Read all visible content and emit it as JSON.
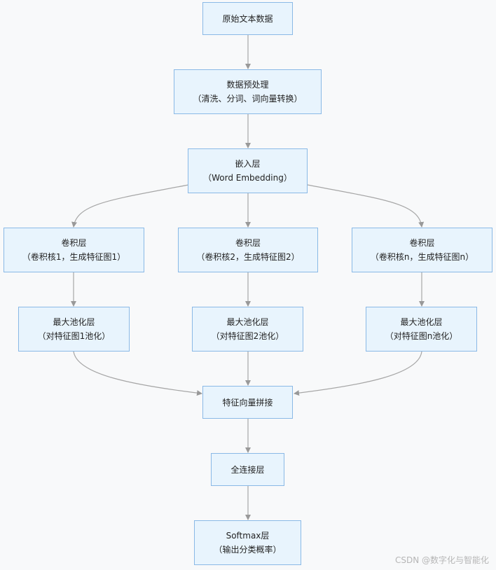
{
  "nodes": {
    "raw": {
      "l1": "原始文本数据",
      "l2": ""
    },
    "prep": {
      "l1": "数据预处理",
      "l2": "（清洗、分词、词向量转换）"
    },
    "embed": {
      "l1": "嵌入层",
      "l2": "（Word Embedding）"
    },
    "conv1": {
      "l1": "卷积层",
      "l2": "（卷积核1，生成特征图1）"
    },
    "conv2": {
      "l1": "卷积层",
      "l2": "（卷积核2，生成特征图2）"
    },
    "convn": {
      "l1": "卷积层",
      "l2": "（卷积核n，生成特征图n）"
    },
    "pool1": {
      "l1": "最大池化层",
      "l2": "（对特征图1池化）"
    },
    "pool2": {
      "l1": "最大池化层",
      "l2": "（对特征图2池化）"
    },
    "pooln": {
      "l1": "最大池化层",
      "l2": "（对特征图n池化）"
    },
    "concat": {
      "l1": "特征向量拼接",
      "l2": ""
    },
    "fc": {
      "l1": "全连接层",
      "l2": ""
    },
    "soft": {
      "l1": "Softmax层",
      "l2": "（输出分类概率）"
    }
  },
  "watermark": "CSDN @数字化与智能化"
}
